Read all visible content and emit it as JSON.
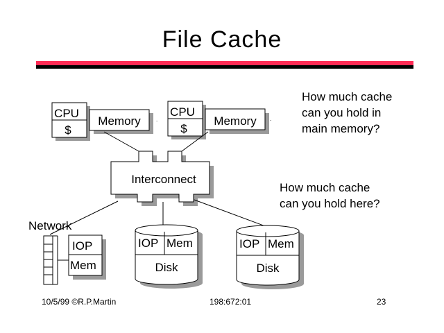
{
  "slide": {
    "title": "File Cache",
    "nodes": [
      {
        "cpu_label": "CPU",
        "cache_label": "$",
        "memory_label": "Memory"
      },
      {
        "cpu_label": "CPU",
        "cache_label": "$",
        "memory_label": "Memory"
      }
    ],
    "interconnect_label": "Interconnect",
    "network": {
      "label": "Network",
      "iop_label": "IOP",
      "mem_label": "Mem"
    },
    "disks": [
      {
        "iop_label": "IOP",
        "mem_label": "Mem",
        "disk_label": "Disk"
      },
      {
        "iop_label": "IOP",
        "mem_label": "Mem",
        "disk_label": "Disk"
      }
    ],
    "questions": {
      "main_memory": [
        "How much cache",
        "can you hold in",
        "main memory?"
      ],
      "here": [
        "How much cache",
        "can you hold here?"
      ]
    },
    "footer": {
      "date_author": "10/5/99 ©R.P.Martin",
      "course_code": "198:672:01",
      "page_number": "23"
    },
    "colors": {
      "title_bar": "#ff2b55",
      "title_bar_shadow": "#000000",
      "shadow": "#9a9a9a"
    }
  }
}
